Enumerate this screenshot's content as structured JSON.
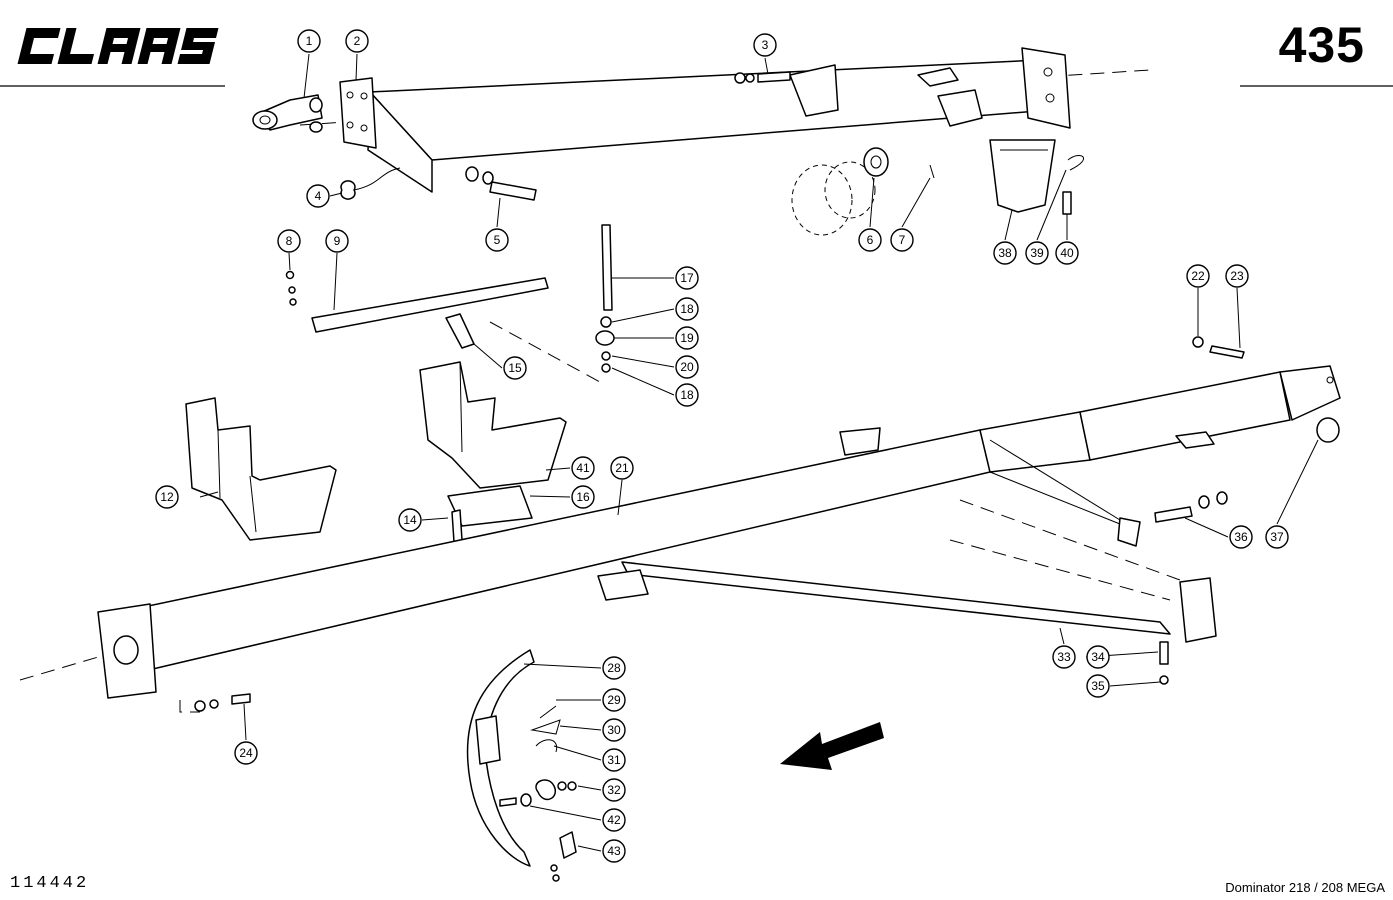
{
  "header": {
    "brand": "CLAAS",
    "page_number": "435"
  },
  "footer": {
    "document_id": "114442",
    "model": "Dominator 218 / 208 MEGA"
  },
  "callouts": [
    "1",
    "2",
    "3",
    "4",
    "5",
    "6",
    "7",
    "8",
    "9",
    "12",
    "14",
    "15",
    "16",
    "17",
    "18",
    "19",
    "20",
    "18",
    "21",
    "22",
    "23",
    "24",
    "28",
    "29",
    "30",
    "31",
    "32",
    "33",
    "34",
    "35",
    "36",
    "37",
    "38",
    "39",
    "40",
    "41",
    "42",
    "43"
  ]
}
